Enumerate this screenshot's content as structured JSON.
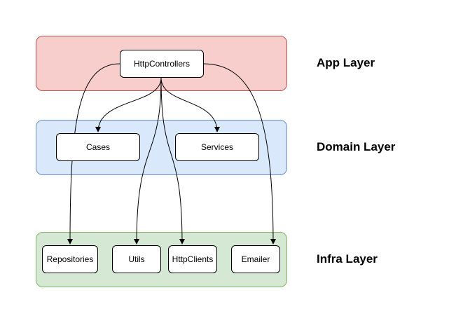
{
  "layers": {
    "app": {
      "label": "App Layer",
      "fill": "#f8cecc",
      "stroke": "#b85450"
    },
    "domain": {
      "label": "Domain Layer",
      "fill": "#dae8fc",
      "stroke": "#6c8ebf"
    },
    "infra": {
      "label": "Infra Layer",
      "fill": "#d5e8d4",
      "stroke": "#82b366"
    }
  },
  "nodes": {
    "http_controllers": "HttpControllers",
    "cases": "Cases",
    "services": "Services",
    "repositories": "Repositories",
    "utils": "Utils",
    "http_clients": "HttpClients",
    "emailer": "Emailer"
  },
  "edges": [
    {
      "from": "HttpControllers",
      "to": "Cases"
    },
    {
      "from": "HttpControllers",
      "to": "Services"
    },
    {
      "from": "HttpControllers",
      "to": "Repositories"
    },
    {
      "from": "HttpControllers",
      "to": "Utils"
    },
    {
      "from": "HttpControllers",
      "to": "HttpClients"
    },
    {
      "from": "HttpControllers",
      "to": "Emailer"
    }
  ]
}
